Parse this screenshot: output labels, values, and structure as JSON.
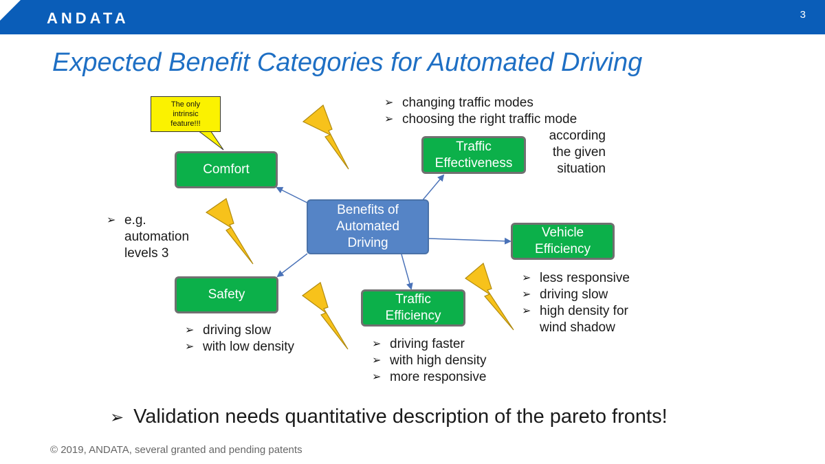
{
  "header": {
    "logo": "ANDATA",
    "page_number": "3"
  },
  "title": "Expected Benefit Categories for Automated Driving",
  "callout": {
    "text_lines": [
      "The only",
      "intrinsic",
      "feature!!!"
    ]
  },
  "nodes": {
    "center": [
      "Benefits of",
      "Automated",
      "Driving"
    ],
    "comfort": [
      "Comfort"
    ],
    "traffic_effectiveness": [
      "Traffic",
      "Effectiveness"
    ],
    "vehicle_efficiency": [
      "Vehicle",
      "Efficiency"
    ],
    "safety": [
      "Safety"
    ],
    "traffic_efficiency": [
      "Traffic",
      "Efficiency"
    ]
  },
  "bullets": {
    "traffic_modes": [
      "changing traffic modes",
      "choosing the right traffic mode"
    ],
    "traffic_modes_continuation": [
      "according",
      "the given",
      "situation"
    ],
    "comfort": [
      "e.g.",
      "automation",
      "levels 3"
    ],
    "safety": [
      "driving slow",
      "with low density"
    ],
    "traffic_efficiency": [
      "driving faster",
      "with high density",
      "more responsive"
    ],
    "vehicle_efficiency": [
      "less responsive",
      "driving slow",
      "high density for",
      "wind shadow"
    ]
  },
  "bottom_statement": "Validation needs quantitative description of the pareto fronts!",
  "footer": "© 2019, ANDATA, several granted and pending patents",
  "colors": {
    "header": "#0a5db8",
    "title": "#1e6fc4",
    "node_green": "#0cb04a",
    "node_blue": "#5584c6",
    "lightning": "#f7c21b",
    "callout": "#fbf200"
  }
}
